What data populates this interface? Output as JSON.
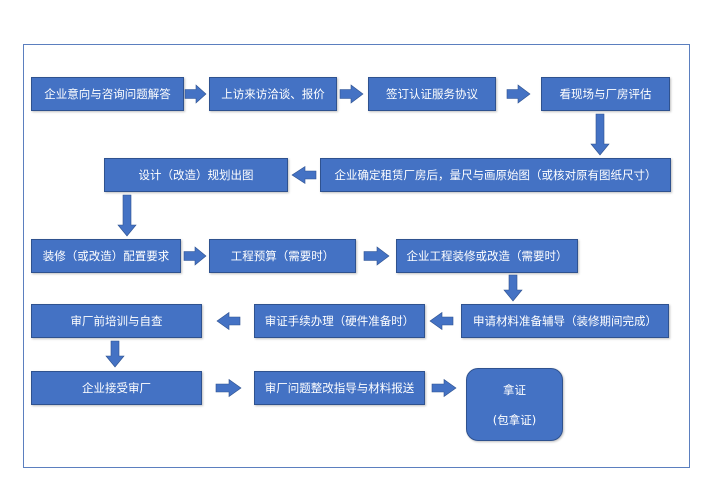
{
  "flow": {
    "steps": [
      "企业意向与咨询问题解答",
      "上访来访洽谈、报价",
      "签订认证服务协议",
      "看现场与厂房评估",
      "企业确定租赁厂房后，量尺与画原始图（或核对原有图纸尺寸）",
      "设计（改造）规划出图",
      "装修（或改造）配置要求",
      "工程预算（需要时）",
      "企业工程装修或改造（需要时）",
      "申请材料准备辅导（装修期间完成）",
      "审证手续办理（硬件准备时）",
      "审厂前培训与自查",
      "企业接受审厂",
      "审厂问题整改指导与材料报送"
    ],
    "final": {
      "title": "拿证",
      "subtitle": "(包拿证)"
    }
  },
  "colors": {
    "box_fill": "#4472c4",
    "box_border": "#2f528f",
    "text": "#ffffff",
    "frame": "#5b7fbf"
  }
}
